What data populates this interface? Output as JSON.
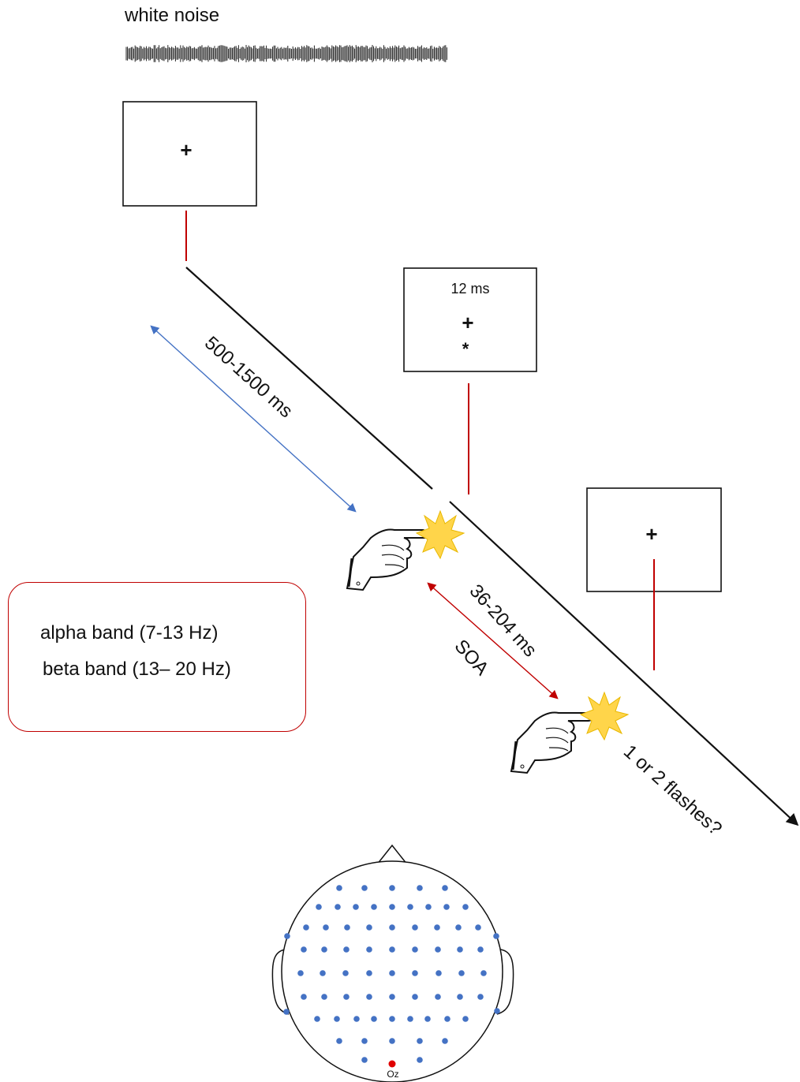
{
  "header": {
    "white_noise_label": "white noise"
  },
  "screens": {
    "fixation_plus": "+",
    "target_duration": "12 ms",
    "target_plus": "+",
    "target_star": "*",
    "response_plus": "+"
  },
  "timeline": {
    "interval_1": "500-1500 ms",
    "interval_2": "36-204 ms",
    "soa_label": "SOA",
    "question": "1 or 2 flashes?"
  },
  "bands": {
    "alpha": "alpha band (7-13 Hz)",
    "beta": "beta band (13– 20 Hz)"
  },
  "head": {
    "electrode_label": "Oz"
  },
  "colors": {
    "accent_red": "#c00000",
    "arrow_blue": "#4472c4",
    "electrode_blue": "#4472c4",
    "flash_yellow": "#ffd54a",
    "line_black": "#111111"
  }
}
